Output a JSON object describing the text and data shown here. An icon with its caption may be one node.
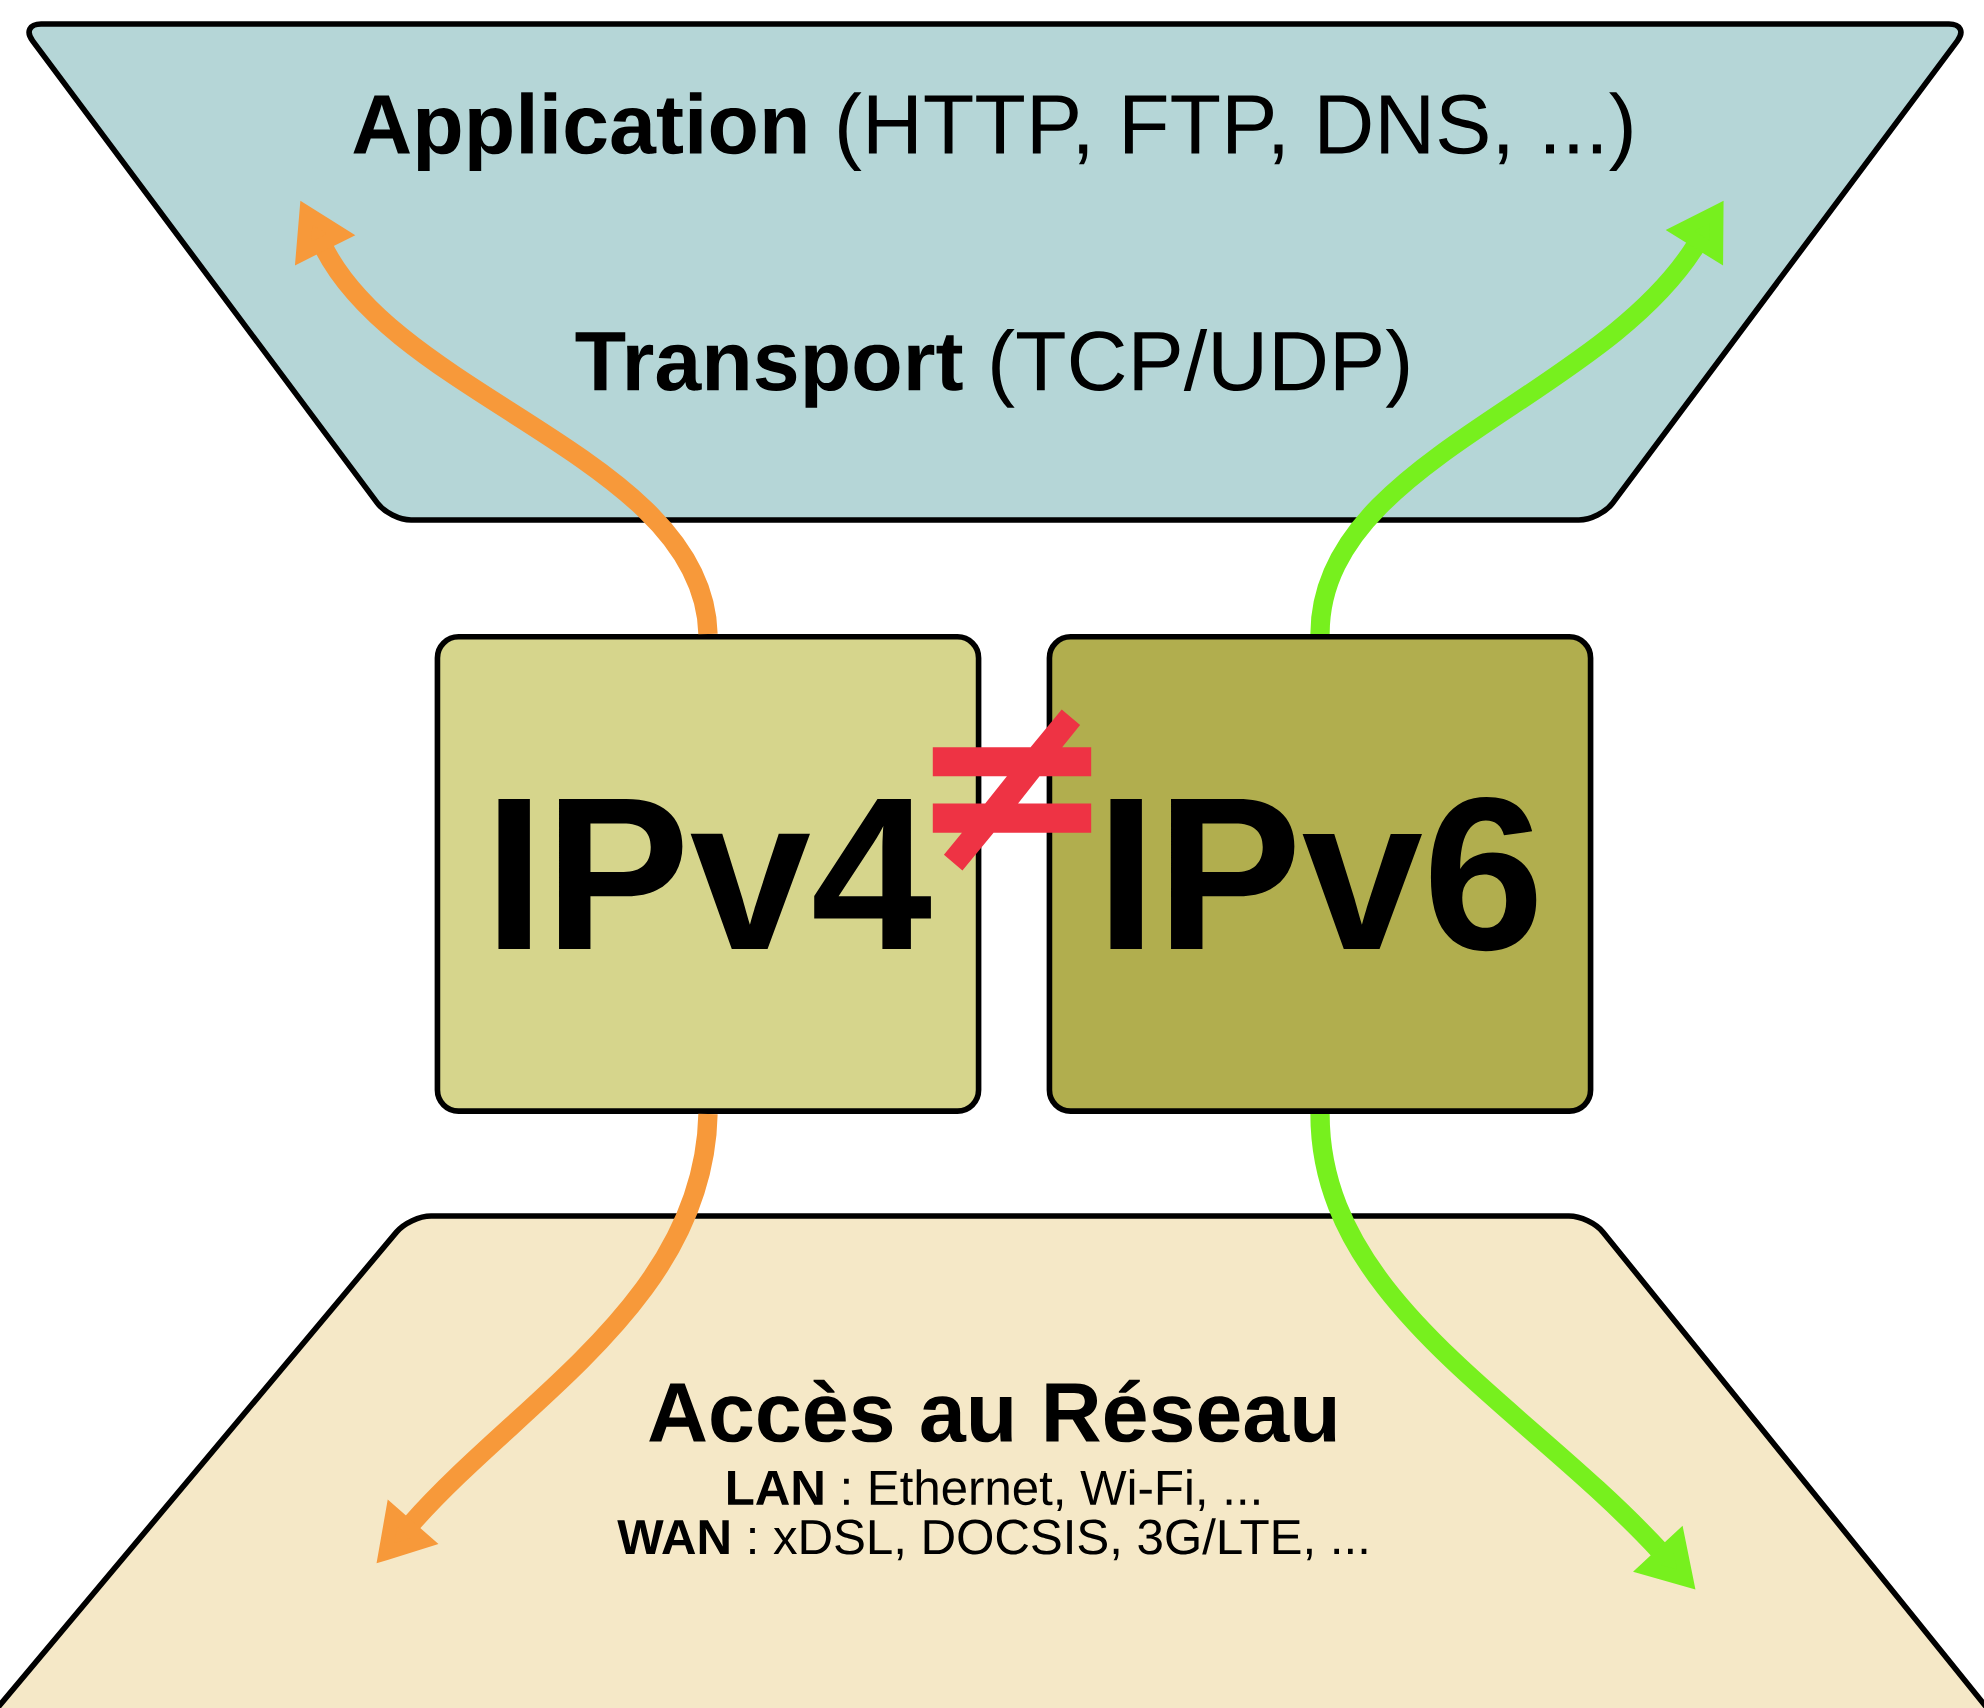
{
  "diagram": {
    "nodes": [
      {
        "text": [
          "**Application** (HTTP, FTP, DNS, ...)",
          "**Transport** (TCP/UDP)"
        ]
      },
      {
        "text": [
          "IPv4"
        ]
      },
      {
        "text": [
          "IPv6"
        ]
      },
      {
        "text": [
          "Accès au Réseau",
          "**LAN** : Ethernet, Wi-Fi, ...",
          "**WAN** : xDSL, DOCSIS, 3G/LTE, ..."
        ]
      }
    ],
    "edges": [
      {
        "from": 1,
        "to": 0,
        "arrow": "to",
        "color": "#f7993a"
      },
      {
        "from": 2,
        "to": 0,
        "arrow": "to",
        "color": "#77f01e"
      },
      {
        "from": 1,
        "to": 3,
        "arrow": "to",
        "color": "#f7993a"
      },
      {
        "from": 2,
        "to": 3,
        "arrow": "to",
        "color": "#77f01e"
      }
    ],
    "labels": [
      "≠"
    ]
  }
}
